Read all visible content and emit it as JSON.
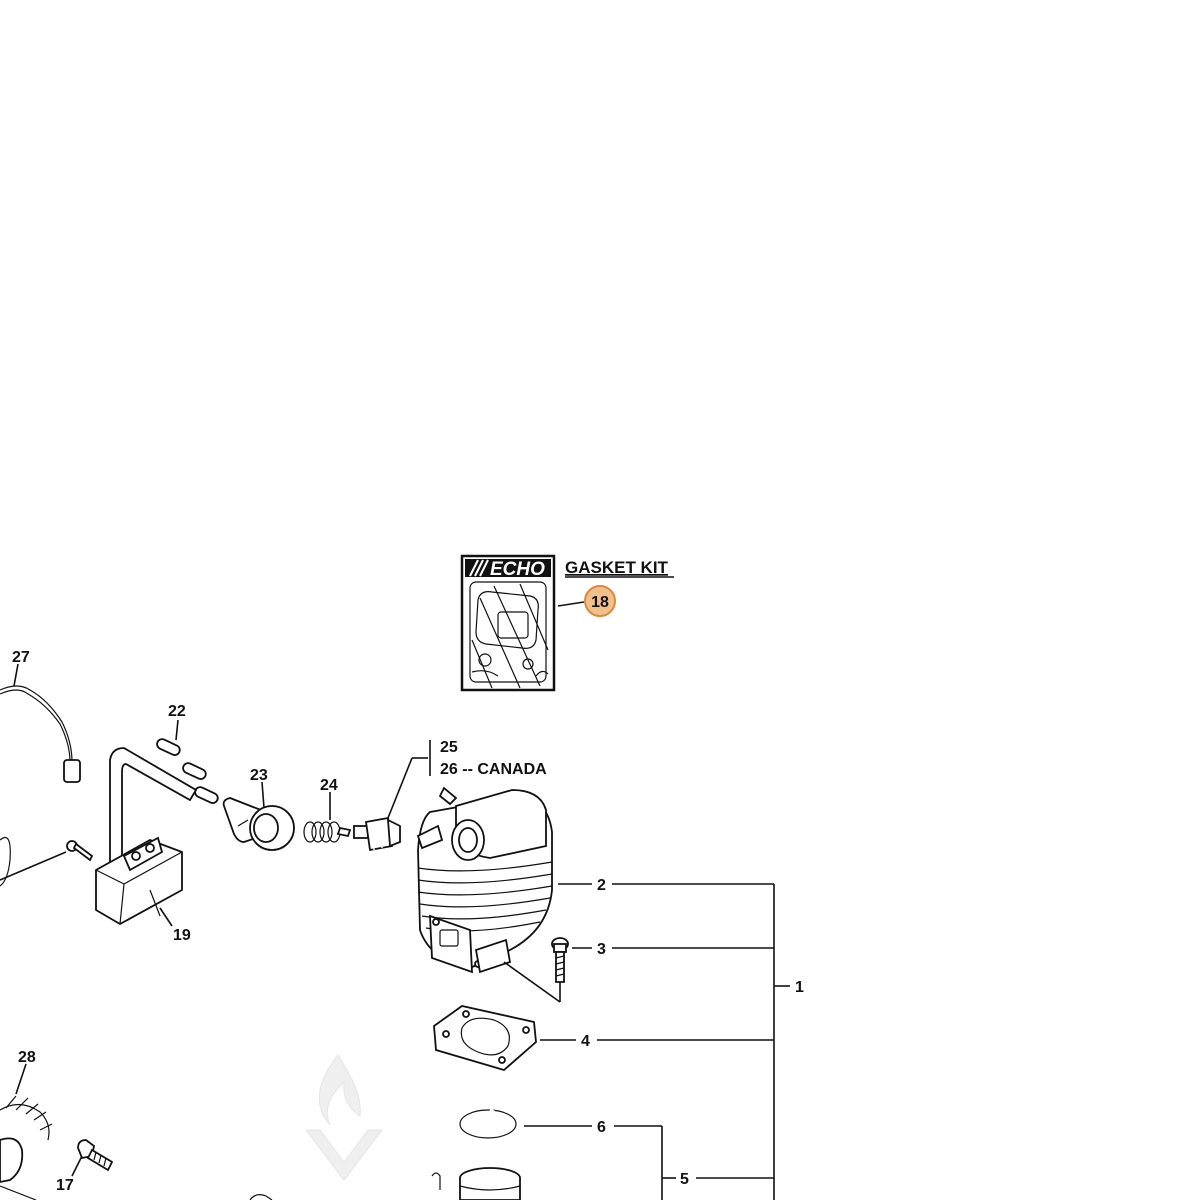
{
  "colors": {
    "ink": "#111111",
    "background": "#ffffff",
    "highlight_fill": "#f2c08a",
    "highlight_stroke": "#d98a3e",
    "watermark": "#e6e6e6"
  },
  "gasket_kit": {
    "brand": "ECHO",
    "title": "GASKET KIT",
    "part_number": "18",
    "highlighted": true
  },
  "callouts": {
    "p1": "1",
    "p2": "2",
    "p3": "3",
    "p4": "4",
    "p5": "5",
    "p6": "6",
    "p17": "17",
    "p19": "19",
    "p22": "22",
    "p23": "23",
    "p24": "24",
    "p25": "25",
    "p26": "26 -- CANADA",
    "p27": "27",
    "p28": "28"
  },
  "icons": {
    "watermark": "flame-logo-watermark-icon"
  }
}
